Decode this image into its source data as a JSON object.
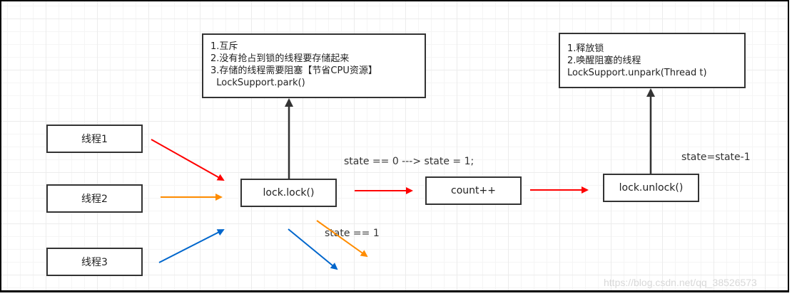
{
  "nodes": {
    "thread1": "线程1",
    "thread2": "线程2",
    "thread3": "线程3",
    "lock": "lock.lock()",
    "count": "count++",
    "unlock": "lock.unlock()"
  },
  "notes": {
    "lock_note": [
      "1.互斥",
      "2.没有抢占到锁的线程要存储起来",
      "3.存储的线程需要阻塞【节省CPU资源】",
      "  LockSupport.park()"
    ],
    "unlock_note": [
      "1.释放锁",
      "2.唤醒阻塞的线程",
      "LockSupport.unpark(Thread t)"
    ]
  },
  "labels": {
    "acquire": "state == 0 ---> state = 1;",
    "contended": "state == 1",
    "release": "state=state-1"
  },
  "watermark": "https://blog.csdn.net/qq_38526573",
  "colors": {
    "red": "#ff0000",
    "orange": "#ff8c00",
    "blue": "#0066cc",
    "dark": "#333333"
  }
}
